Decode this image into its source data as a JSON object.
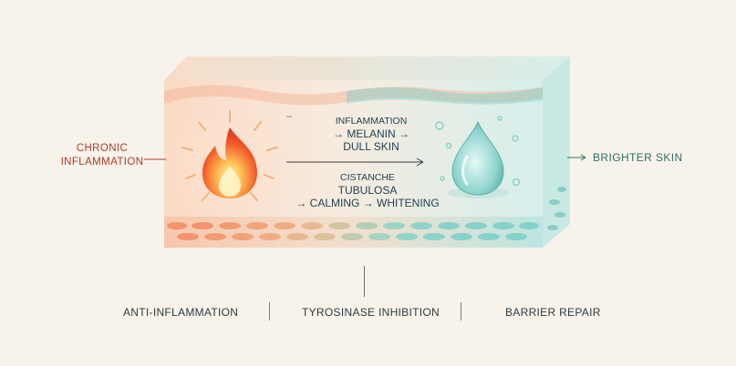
{
  "left_label": {
    "line1": "CHRONIC",
    "line2": "INFLAMMATION"
  },
  "right_label": "BRIGHTER SKIN",
  "right_arrow": "→",
  "pathway_top": {
    "line1": "INFLAMMATION",
    "line2": "→ MELANIN →",
    "line3": "DULL SKIN"
  },
  "pathway_bottom": {
    "line1": "CISTANCHE",
    "line2": "TUBULOSA",
    "line3": "→ CALMING → WHITENING"
  },
  "benefits": [
    "ANTI-INFLAMMATION",
    "TYROSINASE INHIBITION",
    "BARRIER REPAIR"
  ],
  "icons": {
    "left": "flame-icon",
    "right": "water-drop-icon"
  },
  "colors": {
    "background": "#f7f3ea",
    "inflammation": "#e8663e",
    "soothing": "#6cc4bd",
    "text_dark": "#1f3f52",
    "text_red": "#b23a2c",
    "text_teal": "#2f6e6a"
  }
}
